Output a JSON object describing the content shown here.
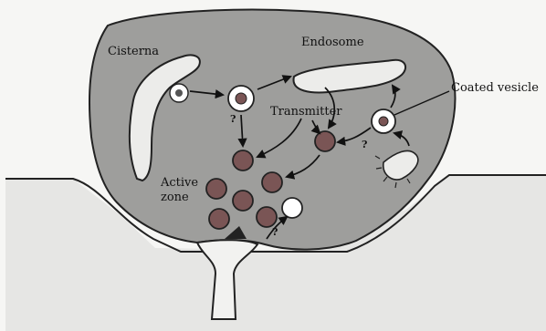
{
  "labels": {
    "cisterna": "Cisterna",
    "endosome": "Endosome",
    "transmitter": "Transmitter",
    "coated_vesicle": "Coated vesicle",
    "active_zone_line1": "Active",
    "active_zone_line2": "zone",
    "unknown_marks": [
      "?",
      "?",
      "?"
    ]
  },
  "colors": {
    "terminal_fill": "#9e9e9c",
    "postsynaptic_fill": "#e6e6e4",
    "membrane": "#222222",
    "cleft_fill": "#f2f2f0",
    "vesicle_fill": "#7a5555",
    "empty_vesicle_fill": "#ffffff",
    "background": "#f6f6f4"
  }
}
